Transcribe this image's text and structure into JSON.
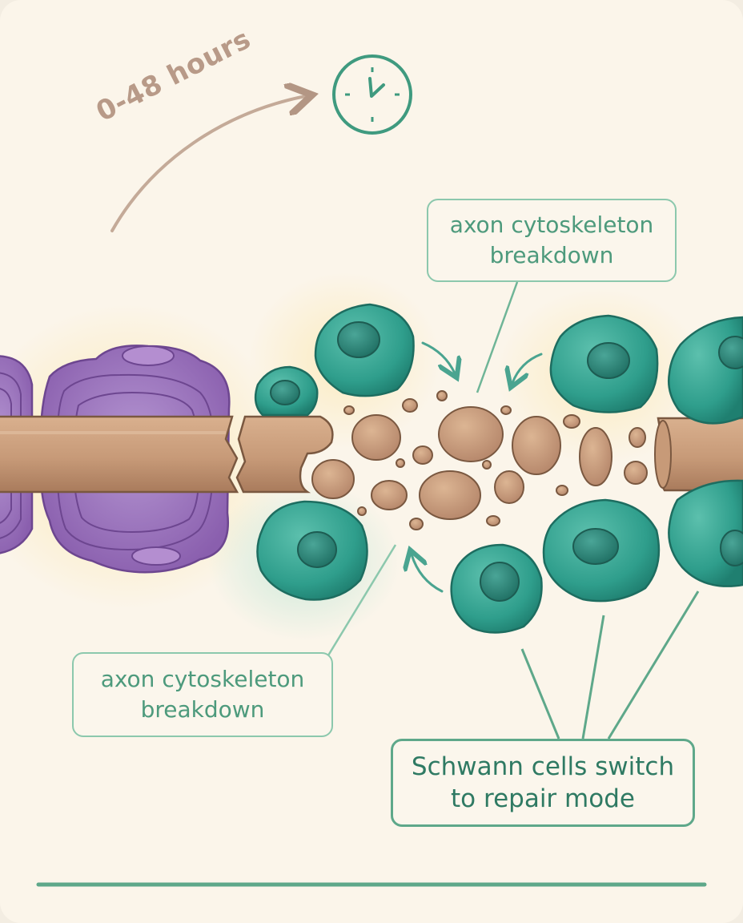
{
  "timeline": {
    "duration_label": "0-48 hours",
    "icon": "clock-icon"
  },
  "labels": {
    "top_callout": "axon cytoskeleton\nbreakdown",
    "left_callout": "axon cytoskeleton\nbreakdown",
    "schwann_callout": "Schwann cells switch\nto repair mode"
  },
  "colors": {
    "background": "#fbf5ea",
    "axon": "#c79a78",
    "myelin": "#8a5fae",
    "schwann": "#2f9e8c",
    "label_border": "#8cc8ad",
    "label_text": "#4d9a7c"
  }
}
